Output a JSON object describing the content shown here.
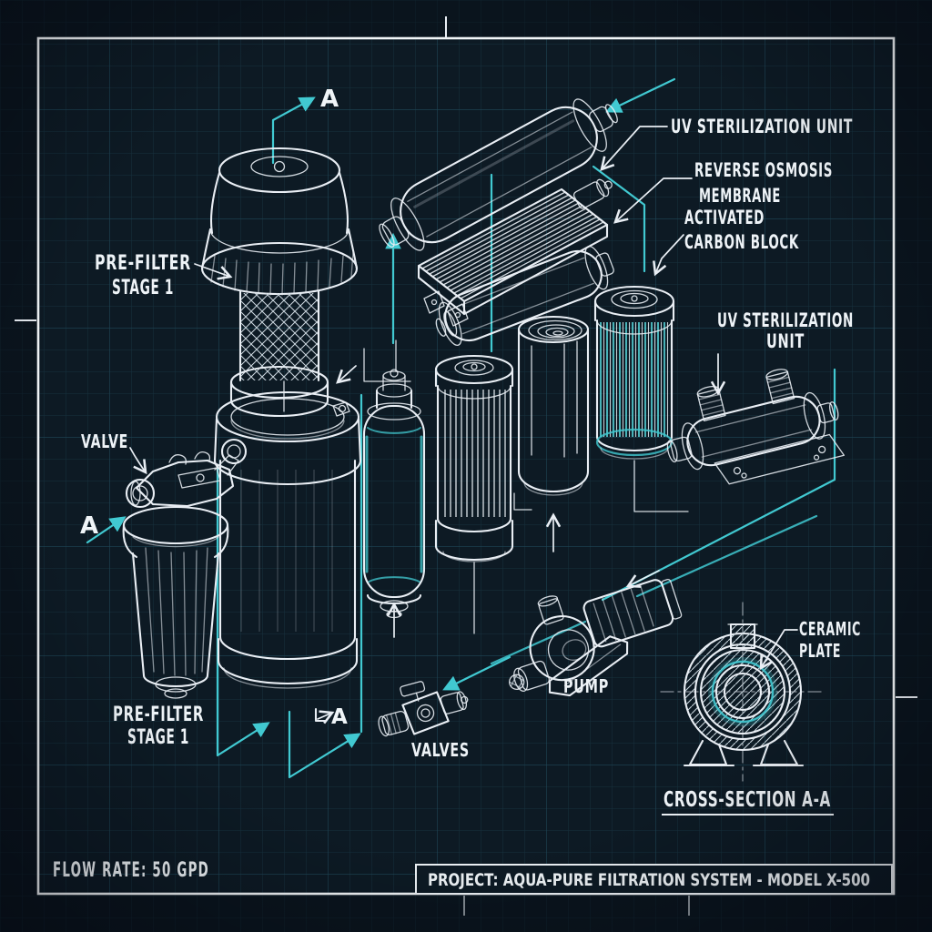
{
  "colors": {
    "background": "#0a141d",
    "paper": "#0d1a24",
    "ink": "#e9eef4",
    "accent": "#41c9d1"
  },
  "labels": {
    "pre_filter_top": {
      "line1": "PRE-FILTER",
      "line2": "STAGE 1"
    },
    "uv_unit_top": "UV STERILIZATION UNIT",
    "ro_membrane": {
      "line1": "REVERSE OSMOSIS",
      "line2": "MEMBRANE"
    },
    "carbon_block": {
      "line1": "ACTIVATED",
      "line2": "CARBON BLOCK"
    },
    "uv_unit_right": {
      "line1": "UV STERILIZATION",
      "line2": "UNIT"
    },
    "valve": "VALVE",
    "pre_filter_bottom": {
      "line1": "PRE-FILTER",
      "line2": "STAGE 1"
    },
    "valves": "VALVES",
    "pump": "PUMP",
    "ceramic_plate": {
      "line1": "CERAMIC",
      "line2": "PLATE"
    },
    "cross_section": "CROSS-SECTION A-A"
  },
  "section_markers": {
    "top": "A",
    "left": "A",
    "bottom": "A"
  },
  "title_block": {
    "flow_rate": "FLOW RATE: 50 GPD",
    "project": "PROJECT: AQUA-PURE FILTRATION SYSTEM - MODEL X-500"
  }
}
